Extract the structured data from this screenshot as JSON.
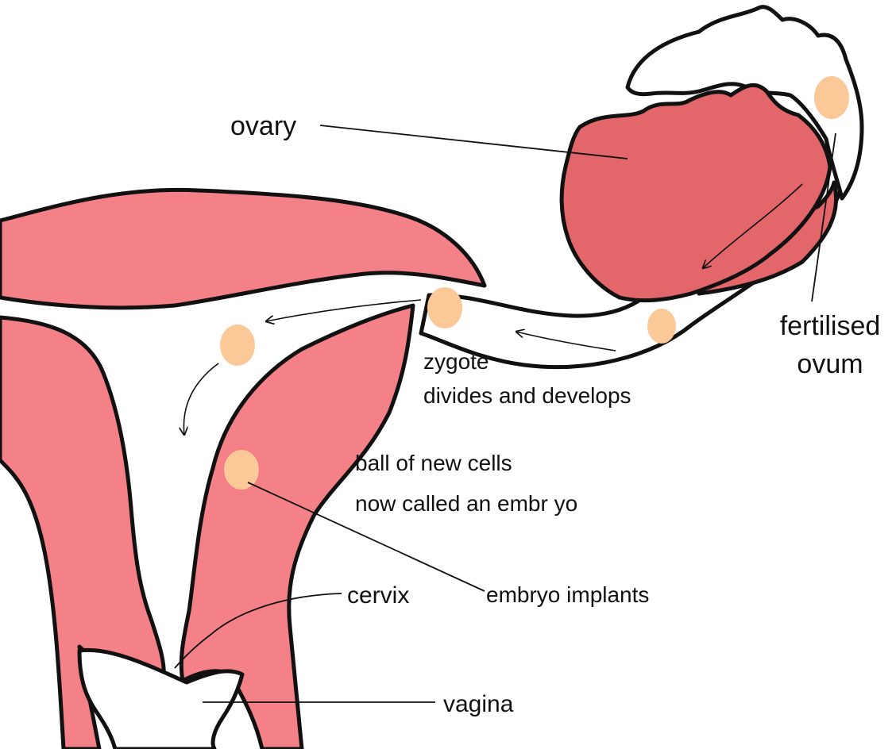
{
  "labels": {
    "ovary": "ovary",
    "fertilised_1": "fertilised",
    "fertilised_2": "ovum",
    "zygote_1": "zygote",
    "zygote_2": "divides and develops",
    "ball_1": "ball of new cells",
    "ball_2": "now called an embr yo",
    "implant": "embryo implants",
    "cervix": "cervix",
    "vagina": "vagina"
  },
  "colors": {
    "uterus_wall": "#f48088",
    "ovary_fill": "#e2666a",
    "cell_fill": "#fbc898",
    "outline": "#111111",
    "background": "#ffffff"
  }
}
